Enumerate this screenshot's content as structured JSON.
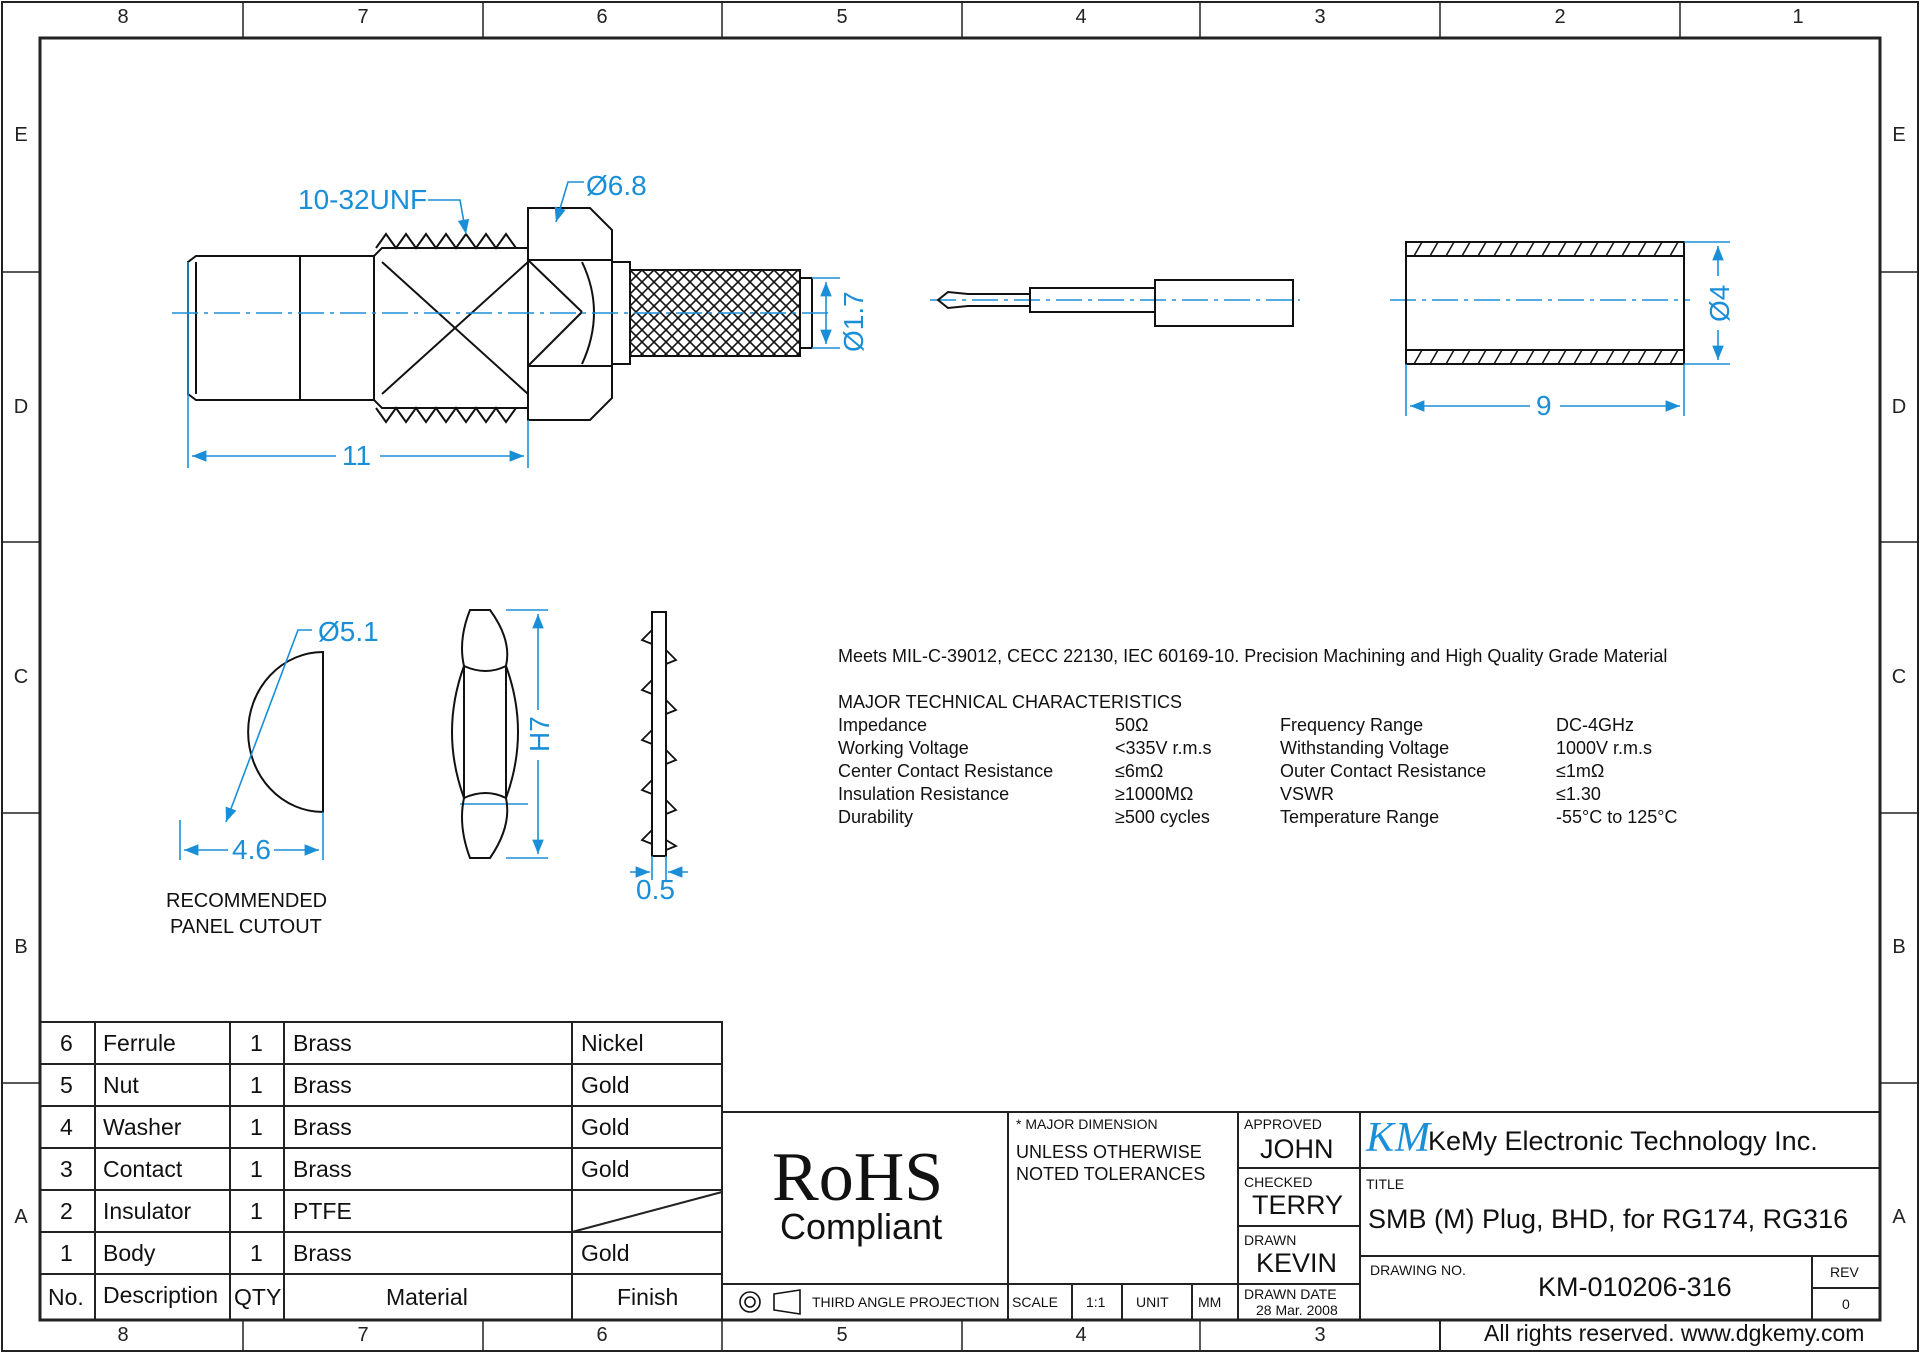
{
  "grid": {
    "columns": [
      "8",
      "7",
      "6",
      "5",
      "4",
      "3",
      "2",
      "1"
    ],
    "rows": [
      "E",
      "D",
      "C",
      "B",
      "A"
    ]
  },
  "dimensions": {
    "thread": "10-32UNF",
    "hex_dia": "Ø6.8",
    "crimp_dia": "Ø1.7",
    "body_length": "11",
    "ferrule_dia": "Ø4",
    "ferrule_length": "9",
    "cutout_dia": "Ø5.1",
    "cutout_flat": "4.6",
    "nut_size": "H7",
    "washer_thk": "0.5"
  },
  "cutout_label": [
    "RECOMMENDED",
    "PANEL CUTOUT"
  ],
  "specs": {
    "intro": "Meets MIL-C-39012, CECC 22130, IEC 60169-10. Precision Machining and High Quality Grade Material",
    "heading": "MAJOR TECHNICAL CHARACTERISTICS",
    "rows": [
      [
        "Impedance",
        "50Ω",
        "Frequency Range",
        "DC-4GHz"
      ],
      [
        "Working Voltage",
        "<335V r.m.s",
        "Withstanding Voltage",
        "1000V r.m.s"
      ],
      [
        "Center Contact Resistance",
        "≤6mΩ",
        "Outer Contact Resistance",
        "≤1mΩ"
      ],
      [
        "Insulation Resistance",
        "≥1000MΩ",
        "VSWR",
        "≤1.30"
      ],
      [
        "Durability",
        "≥500 cycles",
        "Temperature Range",
        "-55°C to 125°C"
      ]
    ]
  },
  "bom": {
    "header": [
      "No.",
      "Description",
      "QTY",
      "Material",
      "Finish"
    ],
    "rows": [
      [
        "6",
        "Ferrule",
        "1",
        "Brass",
        "Nickel"
      ],
      [
        "5",
        "Nut",
        "1",
        "Brass",
        "Gold"
      ],
      [
        "4",
        "Washer",
        "1",
        "Brass",
        "Gold"
      ],
      [
        "3",
        "Contact",
        "1",
        "Brass",
        "Gold"
      ],
      [
        "2",
        "Insulator",
        "1",
        "PTFE",
        ""
      ],
      [
        "1",
        "Body",
        "1",
        "Brass",
        "Gold"
      ]
    ]
  },
  "title_block": {
    "rohs": "RoHS",
    "compliant": "Compliant",
    "projection": "THIRD ANGLE PROJECTION",
    "major_dimension": "* MAJOR DIMENSION",
    "tolerances": [
      "UNLESS OTHERWISE",
      "NOTED TOLERANCES"
    ],
    "scale_label": "SCALE",
    "scale_value": "1:1",
    "unit_label": "UNIT",
    "unit_value": "MM",
    "approved_label": "APPROVED",
    "approved_value": "JOHN",
    "checked_label": "CHECKED",
    "checked_value": "TERRY",
    "drawn_label": "DRAWN",
    "drawn_value": "KEVIN",
    "drawn_date_label": "DRAWN DATE",
    "drawn_date_value": "28 Mar. 2008",
    "logo": "KM",
    "company": "KeMy Electronic Technology Inc.",
    "title_label": "TITLE",
    "title_value": "SMB (M) Plug, BHD, for RG174, RG316",
    "drawing_no_label": "DRAWING NO.",
    "drawing_no_value": "KM-010206-316",
    "rev_label": "REV",
    "rev_value": "0",
    "copyright": "All rights reserved. www.dgkemy.com"
  },
  "colors": {
    "dimension": "#1a8fd8",
    "line": "#111111",
    "frame": "#222222"
  }
}
